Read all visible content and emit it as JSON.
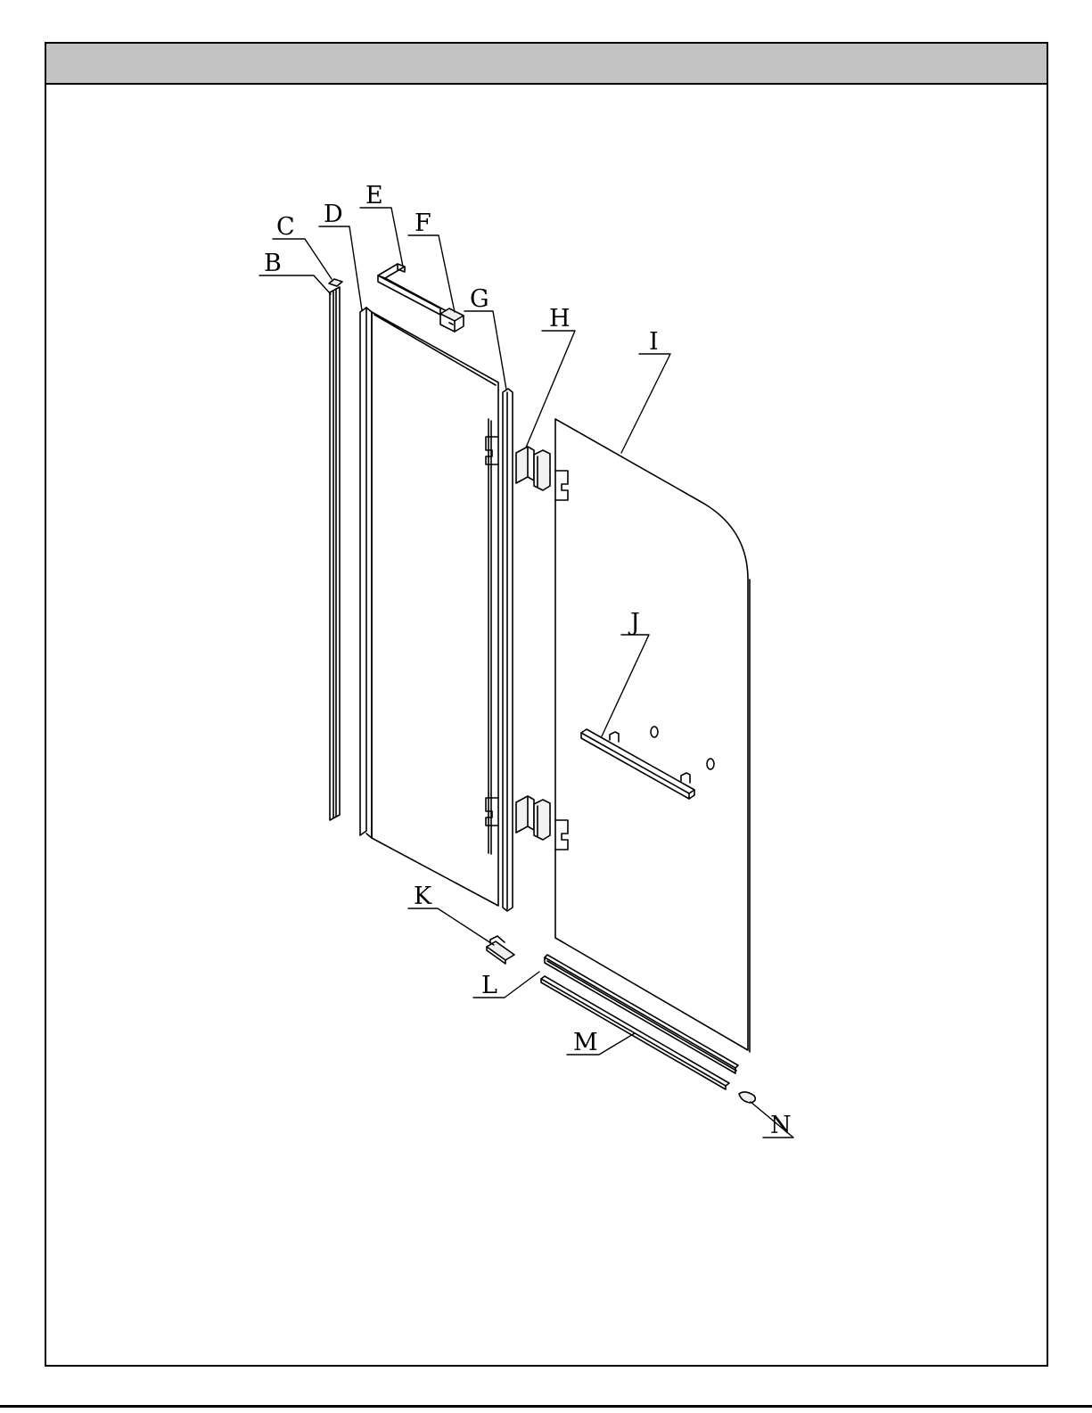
{
  "diagram": {
    "labels": {
      "B": "B",
      "C": "C",
      "D": "D",
      "E": "E",
      "F": "F",
      "G": "G",
      "H": "H",
      "I": "I",
      "J": "J",
      "K": "K",
      "L": "L",
      "M": "M",
      "N": "N"
    }
  }
}
